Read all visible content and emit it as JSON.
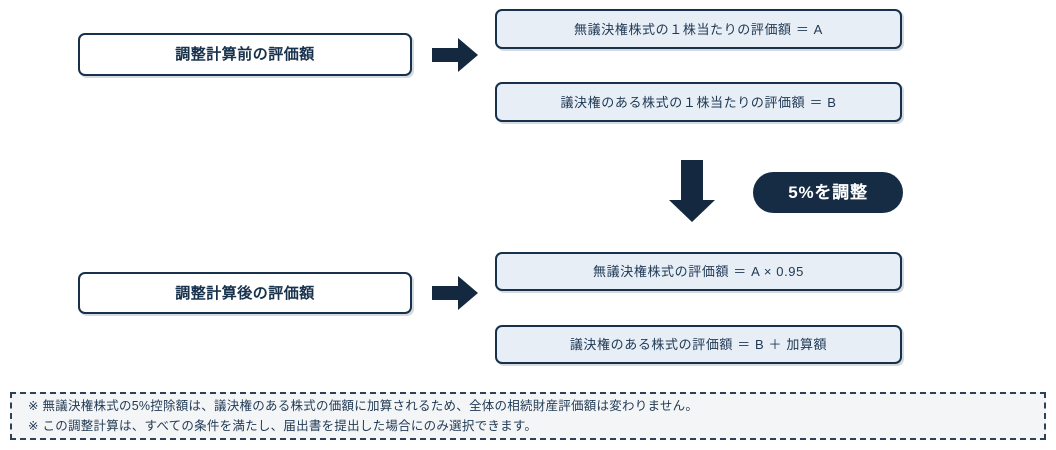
{
  "diagram": {
    "title_colors": {
      "navy": "#17314c",
      "box_fill": "#e7eef6",
      "badge_bg": "#152c44",
      "badge_text": "#ffffff",
      "note_bg": "#f4f5f6",
      "note_border": "#2d4259"
    },
    "stages": [
      {
        "label": "調整計算前の評価額",
        "arrow": "right-arrow-icon",
        "formulas": [
          "無議決権株式の１株当たりの評価額 ＝ A",
          "議決権のある株式の１株当たりの評価額 ＝ B"
        ]
      },
      {
        "label": "調整計算後の評価額",
        "arrow": "right-arrow-icon",
        "formulas": [
          "無議決権株式の評価額 ＝ A × 0.95",
          "議決権のある株式の評価額 ＝ B ＋ 加算額"
        ]
      }
    ],
    "transition": {
      "arrow": "down-arrow-icon",
      "badge_label": "5%を調整"
    },
    "notes": [
      "※ 無議決権株式の5%控除額は、議決権のある株式の価額に加算されるため、全体の相続財産評価額は変わりません。",
      "※ この調整計算は、すべての条件を満たし、届出書を提出した場合にのみ選択できます。"
    ]
  }
}
